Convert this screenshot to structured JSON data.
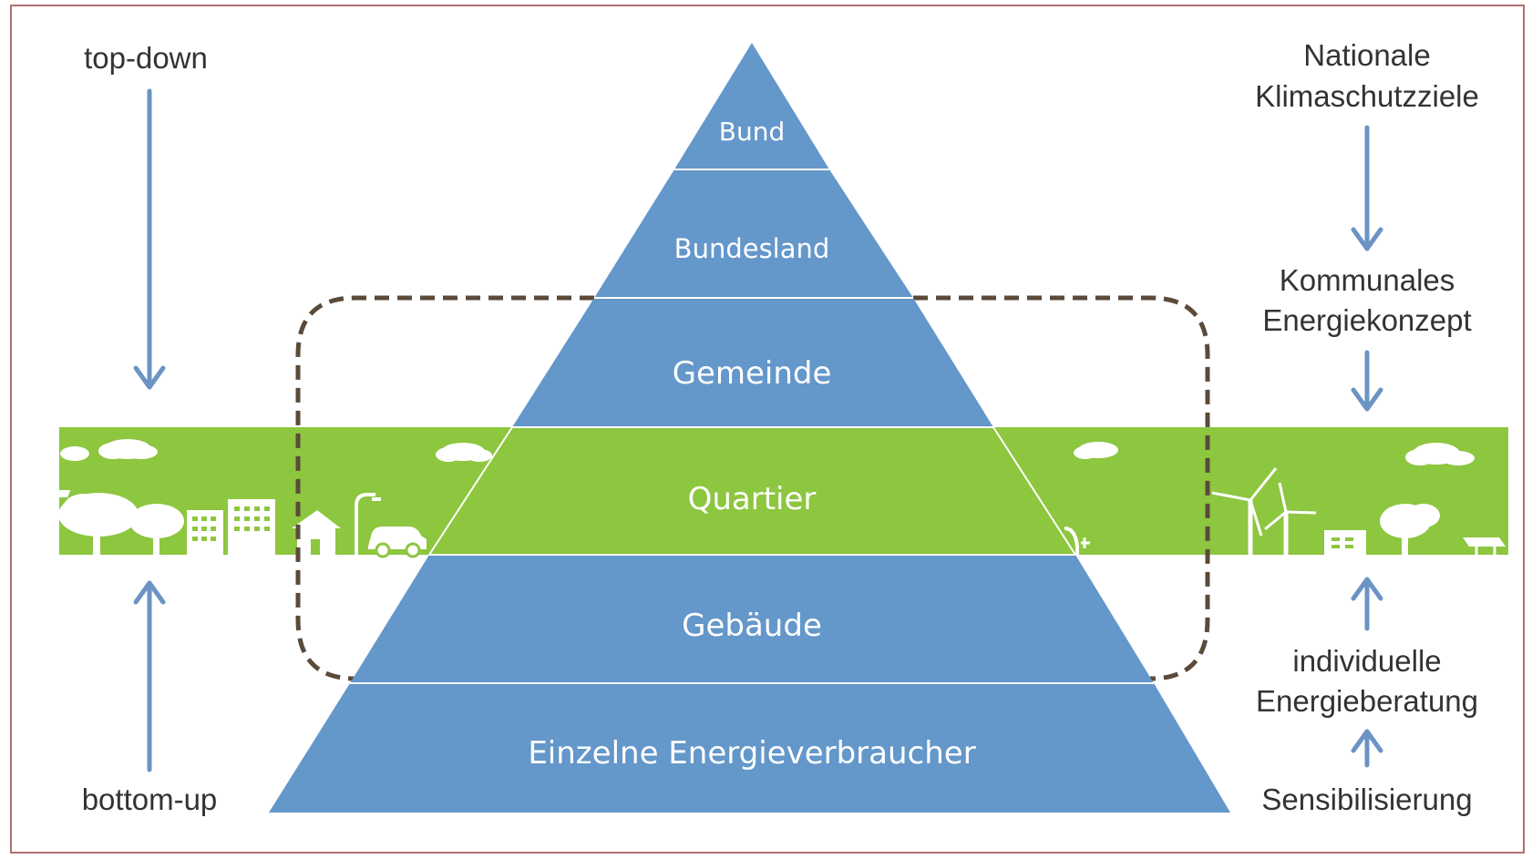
{
  "diagram": {
    "left": {
      "top_label": "top-down",
      "bottom_label": "bottom-up"
    },
    "right": {
      "national_line1": "Nationale",
      "national_line2": "Klimaschutzziele",
      "municipal_line1": "Kommunales",
      "municipal_line2": "Energiekonzept",
      "individual_line1": "individuelle",
      "individual_line2": "Energieberatung",
      "awareness": "Sensibilisierung"
    },
    "pyramid_levels": [
      {
        "label": "Bund",
        "color": "#6497ca"
      },
      {
        "label": "Bundesland",
        "color": "#6497ca"
      },
      {
        "label": "Gemeinde",
        "color": "#6497ca"
      },
      {
        "label": "Quartier",
        "color": "#8dc63f"
      },
      {
        "label": "Gebäude",
        "color": "#6497ca"
      },
      {
        "label": "Einzelne Energieverbraucher",
        "color": "#6497ca"
      }
    ],
    "colors": {
      "pyramid_blue": "#6497ca",
      "band_green": "#8dc63f",
      "arrow_blue": "#6b93c4",
      "dashed_frame": "#5b4a3a",
      "border": "#b07070"
    }
  }
}
